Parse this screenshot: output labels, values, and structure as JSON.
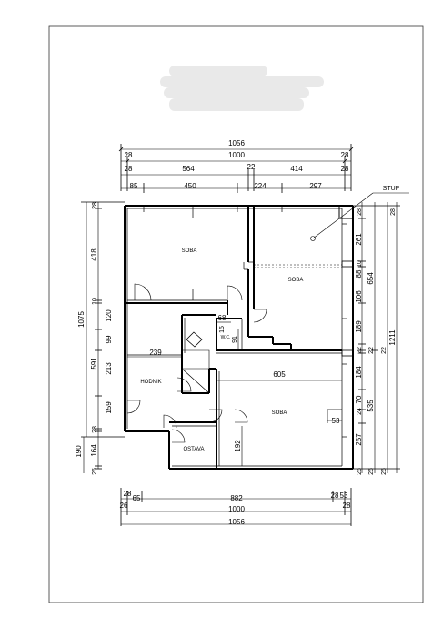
{
  "plan": {
    "label_stup": "STUP",
    "rooms": {
      "soba_1": "SOBA",
      "soba_2": "SOBA",
      "soba_3": "SOBA",
      "hodnik": "HODNIK",
      "ostava": "OSTAVA",
      "wc": "W.C."
    },
    "dims_top": {
      "overall": "1056",
      "inner": "1000",
      "left_wall": "28",
      "right_wall": "28",
      "left_wall_b": "28",
      "right_wall_b": "28",
      "seg_left": "564",
      "seg_mid": "22",
      "seg_right": "414",
      "s_85": "85",
      "s_450": "450",
      "s_224": "224",
      "s_297": "297"
    },
    "dims_bottom": {
      "b_28a": "28",
      "b_65": "65",
      "b_882": "882",
      "b_28b": "28",
      "b_53": "53",
      "b_26a": "26",
      "b_1000": "1000",
      "b_28c": "28",
      "b_1056": "1056"
    },
    "dims_left": {
      "overall": "1075",
      "l_28": "28",
      "l_418": "418",
      "l_10": "10",
      "l_120": "120",
      "l_99": "99",
      "l_591": "591",
      "l_213": "213",
      "l_159": "159",
      "l_28b": "28",
      "l_190": "190",
      "l_164": "164",
      "l_26": "26"
    },
    "dims_right": {
      "overall": "1211",
      "r_28a": "28",
      "r_28b": "28",
      "r_261": "261",
      "r_654": "654",
      "r_88": "88",
      "r_10": "10",
      "r_106": "106",
      "r_189": "189",
      "r_22a": "22",
      "r_22b": "22",
      "r_22c": "22",
      "r_184": "184",
      "r_24": "24",
      "r_70": "70",
      "r_535": "535",
      "r_257": "257",
      "r_26a": "26",
      "r_26b": "26",
      "r_26c": "26"
    },
    "dims_inner": {
      "i_68": "68",
      "i_15": "15",
      "i_91": "91",
      "i_239": "239",
      "i_605": "605",
      "i_53": "53",
      "i_192": "192"
    }
  }
}
